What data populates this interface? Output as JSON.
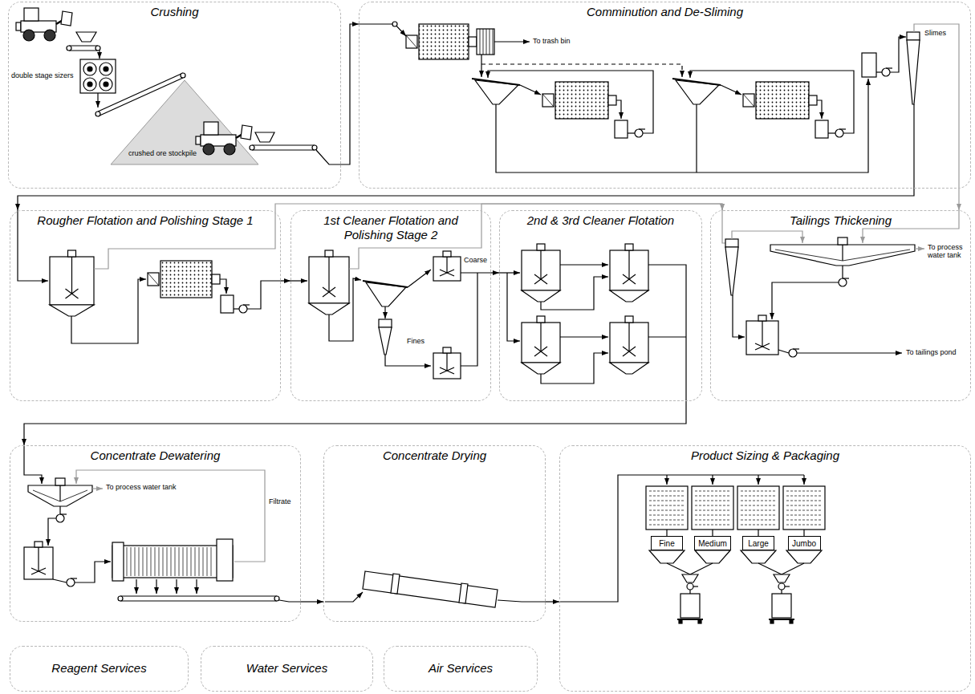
{
  "diagram": {
    "nodes": [
      {
        "text": [
          "Crushing"
        ]
      },
      {
        "text": [
          "Comminution and De-Sliming"
        ]
      },
      {
        "text": [
          "Rougher Flotation and Polishing Stage 1"
        ]
      },
      {
        "text": [
          "1st Cleaner Flotation and Polishing Stage 2"
        ]
      },
      {
        "text": [
          "2nd & 3rd Cleaner Flotation"
        ]
      },
      {
        "text": [
          "Tailings Thickening"
        ]
      },
      {
        "text": [
          "Concentrate Dewatering"
        ]
      },
      {
        "text": [
          "Concentrate Drying"
        ]
      },
      {
        "text": [
          "Product Sizing & Packaging"
        ]
      },
      {
        "text": [
          "Fine"
        ],
        "in": 8
      },
      {
        "text": [
          "Medium"
        ],
        "in": 8
      },
      {
        "text": [
          "Large"
        ],
        "in": 8
      },
      {
        "text": [
          "Jumbo"
        ],
        "in": 8
      },
      {
        "text": [
          "Reagent Services"
        ]
      },
      {
        "text": [
          "Water Services"
        ]
      },
      {
        "text": [
          "Air Services"
        ]
      }
    ],
    "edges": [
      {
        "from": 0,
        "to": 1,
        "arrow": "to"
      },
      {
        "from": 1,
        "to": 2,
        "arrow": "to"
      },
      {
        "from": 1,
        "to": 5,
        "arrow": "to"
      },
      {
        "from": 2,
        "to": 3,
        "arrow": "to"
      },
      {
        "from": 2,
        "to": 5,
        "arrow": "to"
      },
      {
        "from": 3,
        "to": 5,
        "arrow": "to"
      },
      {
        "from": 3,
        "to": 4,
        "arrow": "to"
      },
      {
        "from": 4,
        "to": 6,
        "arrow": "to"
      },
      {
        "from": 6,
        "to": 7,
        "arrow": "to"
      },
      {
        "from": 7,
        "to": 8,
        "arrow": "to"
      }
    ],
    "labels": [
      "double stage sizers",
      "crushed ore stockpile",
      "To trash bin",
      "Slimes",
      "Coarse",
      "Fines",
      "To process water tank",
      "To tailings pond",
      "To process water tank",
      "Filtrate"
    ]
  }
}
